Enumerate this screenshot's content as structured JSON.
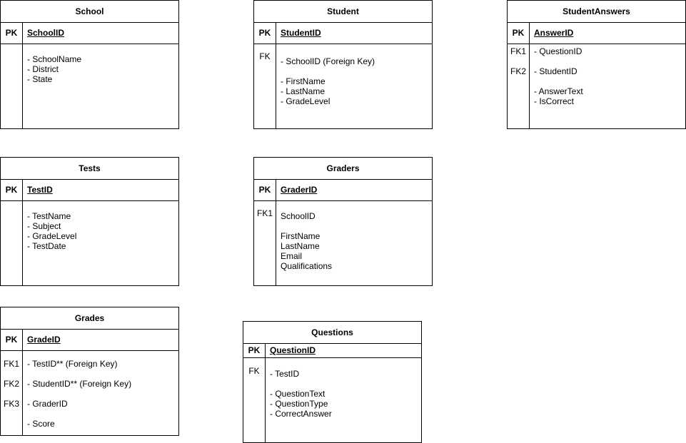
{
  "entities": {
    "school": {
      "title": "School",
      "pk_label": "PK",
      "pk_field": "SchoolID",
      "fk_labels": [],
      "fields": [
        "- SchoolName",
        "- District",
        "- State"
      ]
    },
    "student": {
      "title": "Student",
      "pk_label": "PK",
      "pk_field": "StudentID",
      "fk_labels": [
        "FK"
      ],
      "fields": [
        "- SchoolID (Foreign Key)",
        "- FirstName",
        "- LastName",
        "- GradeLevel"
      ]
    },
    "student_answers": {
      "title": "StudentAnswers",
      "pk_label": "PK",
      "pk_field": "AnswerID",
      "fk_labels": [
        "FK1",
        "FK2"
      ],
      "fields": [
        "- QuestionID",
        "- StudentID",
        "- AnswerText",
        "- IsCorrect"
      ]
    },
    "tests": {
      "title": "Tests",
      "pk_label": "PK",
      "pk_field": "TestID",
      "fk_labels": [],
      "fields": [
        "- TestName",
        "- Subject",
        "- GradeLevel",
        "- TestDate"
      ]
    },
    "graders": {
      "title": "Graders",
      "pk_label": "PK",
      "pk_field": "GraderID",
      "fk_labels": [
        "FK1"
      ],
      "fields": [
        "SchoolID",
        "FirstName",
        "LastName",
        "Email",
        "Qualifications"
      ]
    },
    "grades": {
      "title": "Grades",
      "pk_label": "PK",
      "pk_field": "GradeID",
      "fk_labels": [
        "FK1",
        "FK2",
        "FK3"
      ],
      "fields": [
        "- TestID** (Foreign Key)",
        "- StudentID** (Foreign Key)",
        "- GraderID",
        "- Score"
      ]
    },
    "questions": {
      "title": "Questions",
      "pk_label": "PK",
      "pk_field": "QuestionID",
      "fk_labels": [
        "FK"
      ],
      "fields": [
        "- TestID",
        "- QuestionText",
        "- QuestionType",
        "- CorrectAnswer"
      ]
    }
  }
}
